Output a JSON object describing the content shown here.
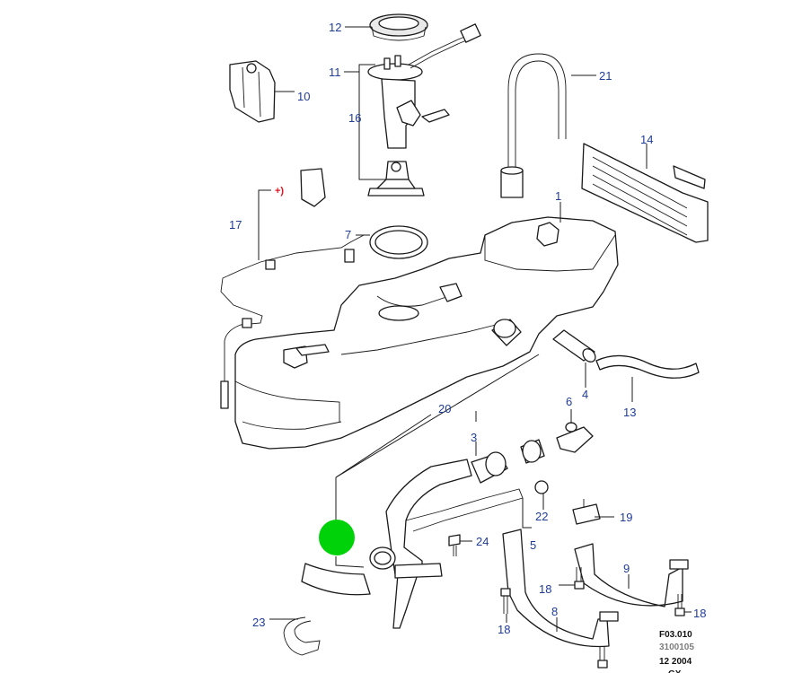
{
  "diagram": {
    "ref_code": "F03.010",
    "ref_number": "3100105",
    "ref_date": "12 2004",
    "ref_suffix": "GX",
    "callouts": [
      {
        "id": "c12",
        "text": "12"
      },
      {
        "id": "c11",
        "text": "11"
      },
      {
        "id": "c10",
        "text": "10"
      },
      {
        "id": "c16",
        "text": "16"
      },
      {
        "id": "c21",
        "text": "21"
      },
      {
        "id": "c14",
        "text": "14"
      },
      {
        "id": "c17",
        "text": "17"
      },
      {
        "id": "c1",
        "text": "1"
      },
      {
        "id": "c7",
        "text": "7"
      },
      {
        "id": "c4",
        "text": "4"
      },
      {
        "id": "c13",
        "text": "13"
      },
      {
        "id": "c6",
        "text": "6"
      },
      {
        "id": "c20",
        "text": "20"
      },
      {
        "id": "c3",
        "text": "3"
      },
      {
        "id": "c22",
        "text": "22"
      },
      {
        "id": "c19",
        "text": "19"
      },
      {
        "id": "c24",
        "text": "24"
      },
      {
        "id": "c5",
        "text": "5"
      },
      {
        "id": "c9",
        "text": "9"
      },
      {
        "id": "c18a",
        "text": "18"
      },
      {
        "id": "c18b",
        "text": "18"
      },
      {
        "id": "c18c",
        "text": "18"
      },
      {
        "id": "c8",
        "text": "8"
      },
      {
        "id": "c23",
        "text": "23"
      }
    ],
    "plus_marker": "+)",
    "highlight_color": "#00d20a",
    "callout_color": "#1f3d99",
    "marker_color": "#e0141e"
  }
}
